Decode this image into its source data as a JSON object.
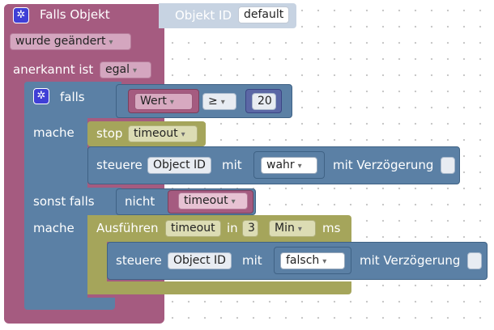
{
  "event_block": {
    "title": "Falls Objekt",
    "object_id_label": "Objekt ID",
    "object_id_value": "default",
    "condition": "wurde geändert",
    "acknowledged_label": "anerkannt ist",
    "acknowledged_value": "egal"
  },
  "if_block": {
    "if_label": "falls",
    "compare": {
      "left": "Wert",
      "operator": "≥",
      "right": "20"
    },
    "do_label": "mache",
    "stop": {
      "label": "stop",
      "timer": "timeout"
    },
    "control": {
      "label": "steuere",
      "object": "Object ID",
      "with": "mit",
      "value": "wahr",
      "delay_label": "mit Verzögerung"
    },
    "else_if_label": "sonst falls",
    "not_label": "nicht",
    "not_var": "timeout",
    "do2_label": "mache",
    "timeout": {
      "label": "Ausführen",
      "var": "timeout",
      "in": "in",
      "amount": "3",
      "unit": "Min",
      "ms": "ms"
    },
    "control2": {
      "label": "steuere",
      "object": "Object ID",
      "with": "mit",
      "value": "falsch",
      "delay_label": "mit Verzögerung"
    }
  },
  "colors": {
    "event": "#a55b80",
    "control": "#5b80a5",
    "action": "#a5a55b",
    "gear": "#3f3fd6"
  },
  "icons": [
    "gear-icon",
    "dropdown-arrow-icon"
  ]
}
